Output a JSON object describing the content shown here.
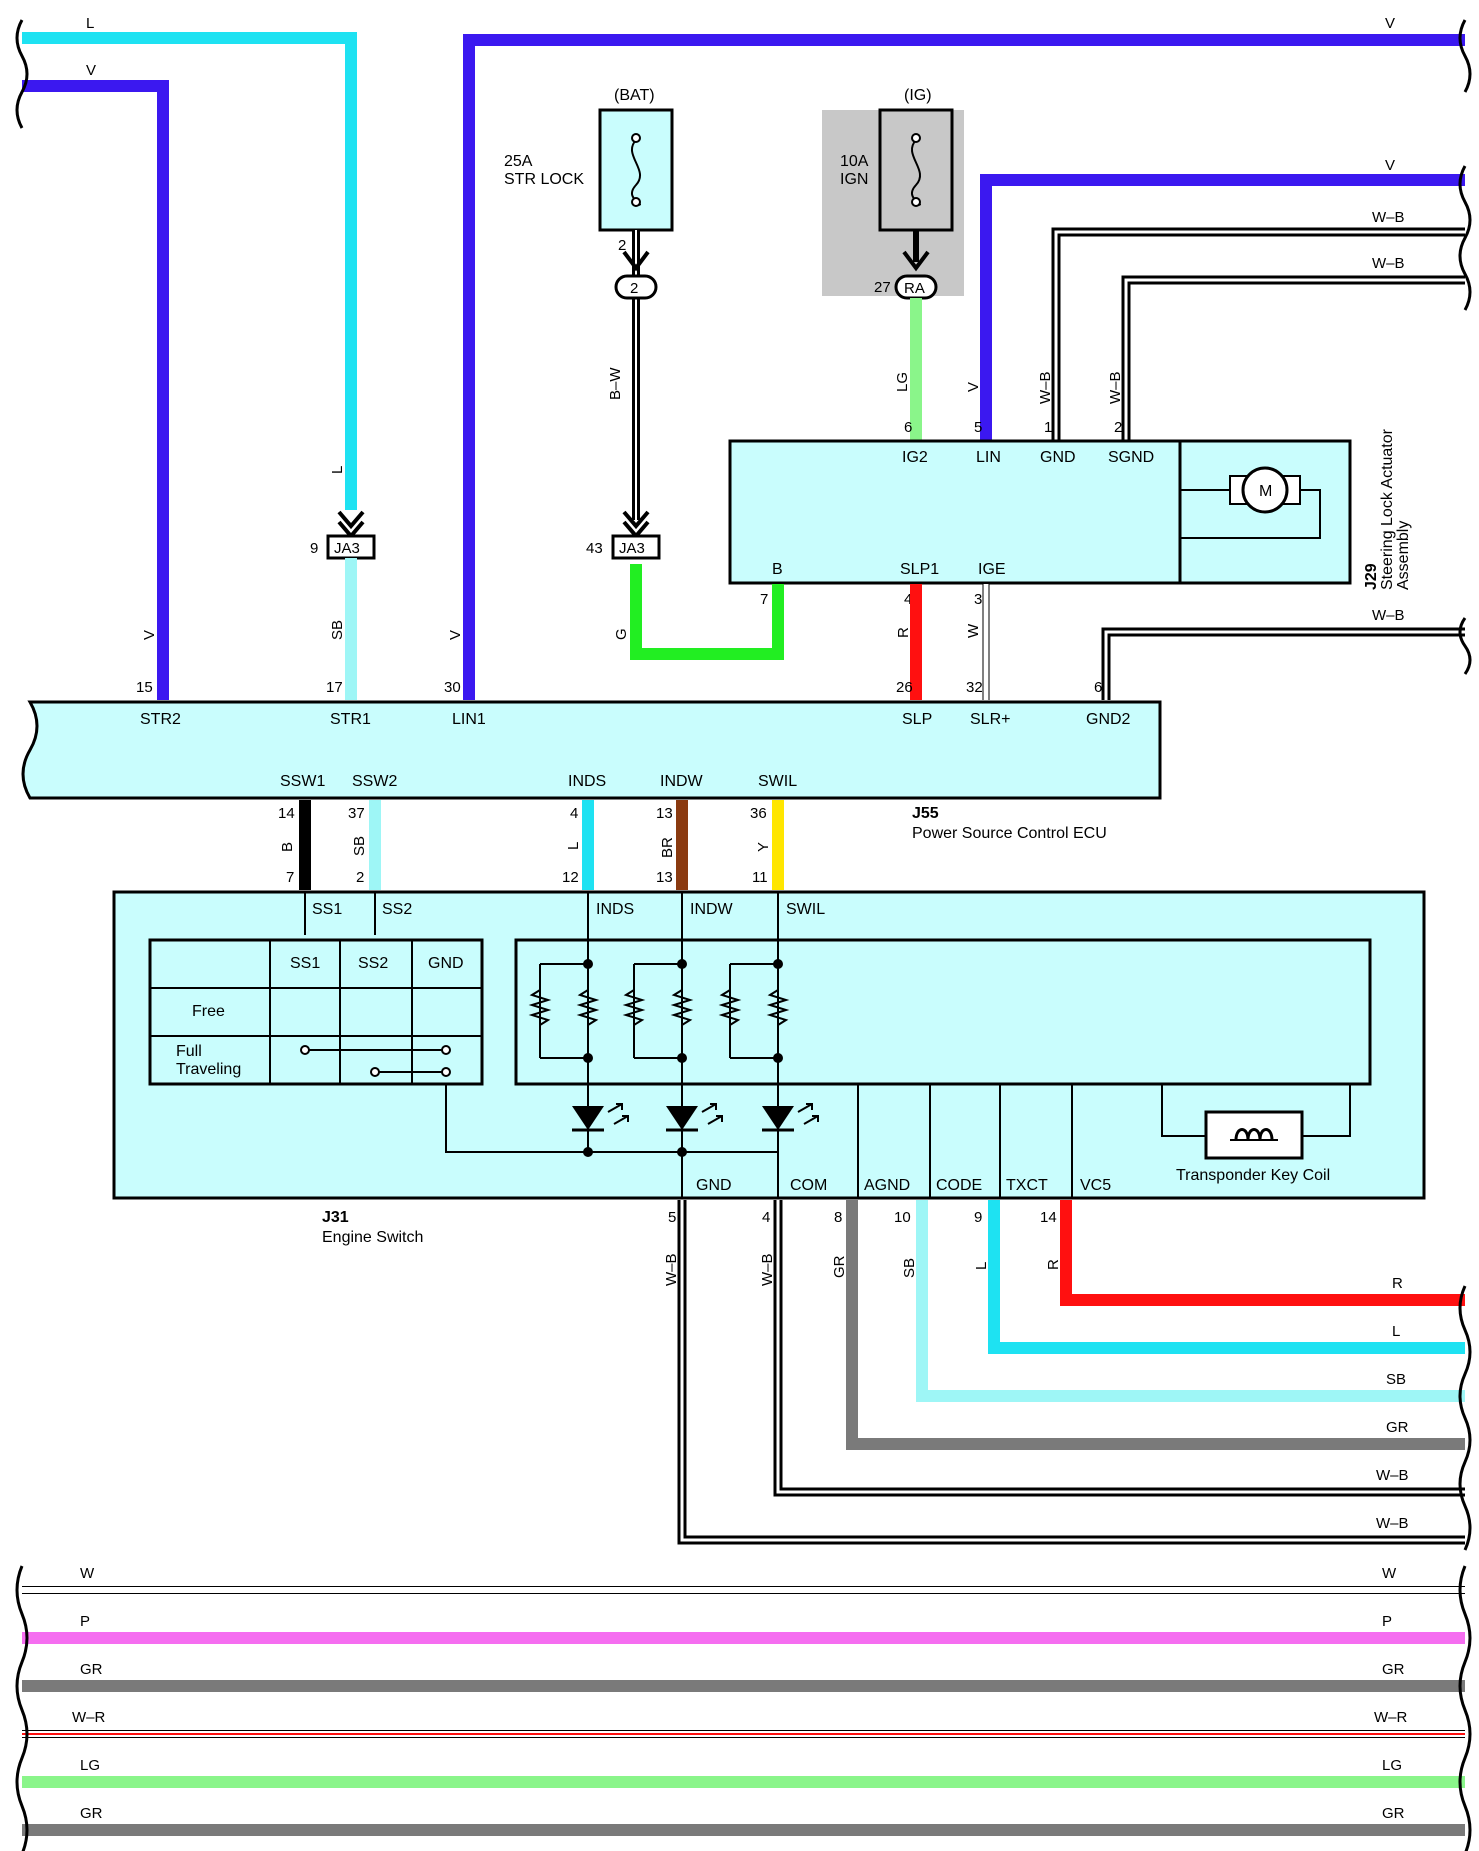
{
  "wire_colors": {
    "V": "#3b18f0",
    "L": "#1ee2f2",
    "SB": "#9ef6f6",
    "LG": "#8af58a",
    "G": "#22ee22",
    "R": "#ff1010",
    "B": "#000000",
    "BR": "#8a3a10",
    "Y": "#ffe600",
    "GR": "#7a7a7a",
    "P": "#f56ef0",
    "W": "#ffffff",
    "BOX": "#c9fdfd"
  },
  "fuses": {
    "bat": {
      "source": "(BAT)",
      "amp": "25A",
      "name": "STR LOCK",
      "pin": "2",
      "conn": "2"
    },
    "ig": {
      "source": "(IG)",
      "amp": "10A",
      "name": "IGN",
      "pin": "27",
      "conn": "RA"
    }
  },
  "junctions": {
    "ja3_a": {
      "label": "JA3",
      "pin": "9"
    },
    "ja3_b": {
      "label": "JA3",
      "pin": "43"
    }
  },
  "j29": {
    "id": "J29",
    "title_1": "Steering Lock Actuator",
    "title_2": "Assembly",
    "motor": "M",
    "terms": {
      "ig2": "IG2",
      "lin": "LIN",
      "gnd": "GND",
      "sgnd": "SGND",
      "b": "B",
      "slp1": "SLP1",
      "ige": "IGE"
    },
    "pins": {
      "ig2": "6",
      "lin": "5",
      "gnd": "1",
      "sgnd": "2",
      "b": "7",
      "slp1": "4",
      "ige": "3"
    }
  },
  "j55": {
    "id": "J55",
    "title": "Power Source Control ECU",
    "terms": {
      "str2": "STR2",
      "str1": "STR1",
      "lin1": "LIN1",
      "slp": "SLP",
      "slr": "SLR+",
      "gnd2": "GND2",
      "ssw1": "SSW1",
      "ssw2": "SSW2",
      "inds": "INDS",
      "indw": "INDW",
      "swil": "SWIL"
    },
    "pins": {
      "str2": "15",
      "str1": "17",
      "lin1": "30",
      "slp": "26",
      "slr": "32",
      "gnd2": "6",
      "ssw1": "14",
      "ssw2": "37",
      "inds": "4",
      "indw": "13",
      "swil": "36"
    }
  },
  "j31": {
    "id": "J31",
    "title": "Engine Switch",
    "terms": {
      "ss1": "SS1",
      "ss2": "SS2",
      "inds": "INDS",
      "indw": "INDW",
      "swil": "SWIL",
      "gnd": "GND",
      "com": "COM",
      "agnd": "AGND",
      "code": "CODE",
      "txct": "TXCT",
      "vc5": "VC5"
    },
    "pins_top": {
      "ss1": "7",
      "ss2": "2",
      "inds": "12",
      "indw": "13",
      "swil": "11"
    },
    "pins_bottom": {
      "gnd": "5",
      "com": "4",
      "agnd": "8",
      "code": "10",
      "txct": "9",
      "vc5": "14"
    },
    "table": {
      "h1": "SS1",
      "h2": "SS2",
      "h3": "GND",
      "row1": "Free",
      "row2a": "Full",
      "row2b": "Traveling"
    },
    "coil": "Transponder Key Coil"
  },
  "wire_labels": {
    "top_left_1": "L",
    "top_left_2": "V",
    "top_right_1": "V",
    "j29_in": "V",
    "wb1": "W–B",
    "wb2": "W–B",
    "wb3": "W–B",
    "str2": "V",
    "str1_up": "L",
    "str1_dn": "SB",
    "lin1": "V",
    "fuse_bat": "B–W",
    "g": "G",
    "lg": "LG",
    "lin_v": "V",
    "gnd_wb": "W–B",
    "sgnd_wb": "W–B",
    "slp_r": "R",
    "slr_w": "W",
    "ssw1_b": "B",
    "ssw2_sb": "SB",
    "inds_l": "L",
    "indw_br": "BR",
    "swil_y": "Y",
    "gnd_wb_v": "W–B",
    "com_wb_v": "W–B",
    "agnd_gr": "GR",
    "code_sb": "SB",
    "txct_l": "L",
    "vc5_r": "R",
    "right_r": "R",
    "right_l": "L",
    "right_sb": "SB",
    "right_gr": "GR",
    "right_wb1": "W–B",
    "right_wb2": "W–B"
  },
  "bottom_buses": [
    {
      "label": "W",
      "color": "W"
    },
    {
      "label": "P",
      "color": "P"
    },
    {
      "label": "GR",
      "color": "GR"
    },
    {
      "label": "W–R",
      "color": "R"
    },
    {
      "label": "LG",
      "color": "LG"
    },
    {
      "label": "GR",
      "color": "GR"
    }
  ]
}
